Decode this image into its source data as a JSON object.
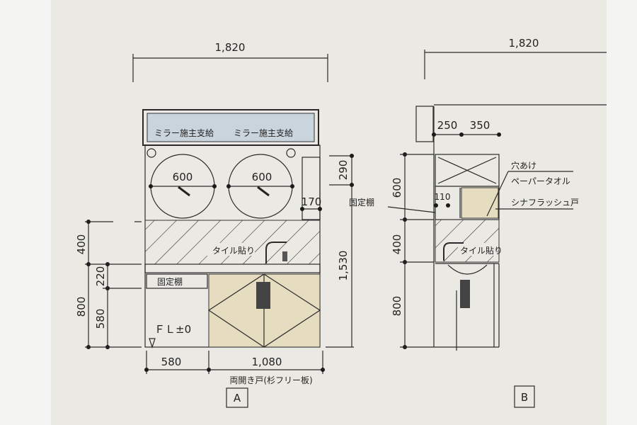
{
  "elevation_a": {
    "width_total": "1,820",
    "mirror_label_1": "ミラー施主支給",
    "mirror_label_2": "ミラー施主支給",
    "mirror_dia_1": "600",
    "mirror_dia_2": "600",
    "tile_label": "タイル貼り",
    "shelf_label": "固定棚",
    "floor_label": "ＦＬ±0",
    "dim_400": "400",
    "dim_800": "800",
    "dim_220": "220",
    "dim_580_v": "580",
    "dim_580_h": "580",
    "dim_1080": "1,080",
    "dim_290": "290",
    "dim_170": "170",
    "dim_1530": "1,530",
    "right_shelf_label": "固定棚",
    "door_label": "両開き戸(杉フリー板)",
    "view_label": "A"
  },
  "elevation_b": {
    "width_total": "1,820",
    "dim_250": "250",
    "dim_350": "350",
    "dim_110": "110",
    "dim_600": "600",
    "dim_400": "400",
    "dim_800": "800",
    "hole_label": "穴あけ",
    "towel_label": "ペーパータオル",
    "door_label": "シナフラッシュ戸",
    "tile_label": "タイル貼り",
    "view_label": "B"
  },
  "colors": {
    "paper": "#ebe9e3",
    "mirror": "#c9d4dc",
    "door": "#e6dcc0"
  }
}
